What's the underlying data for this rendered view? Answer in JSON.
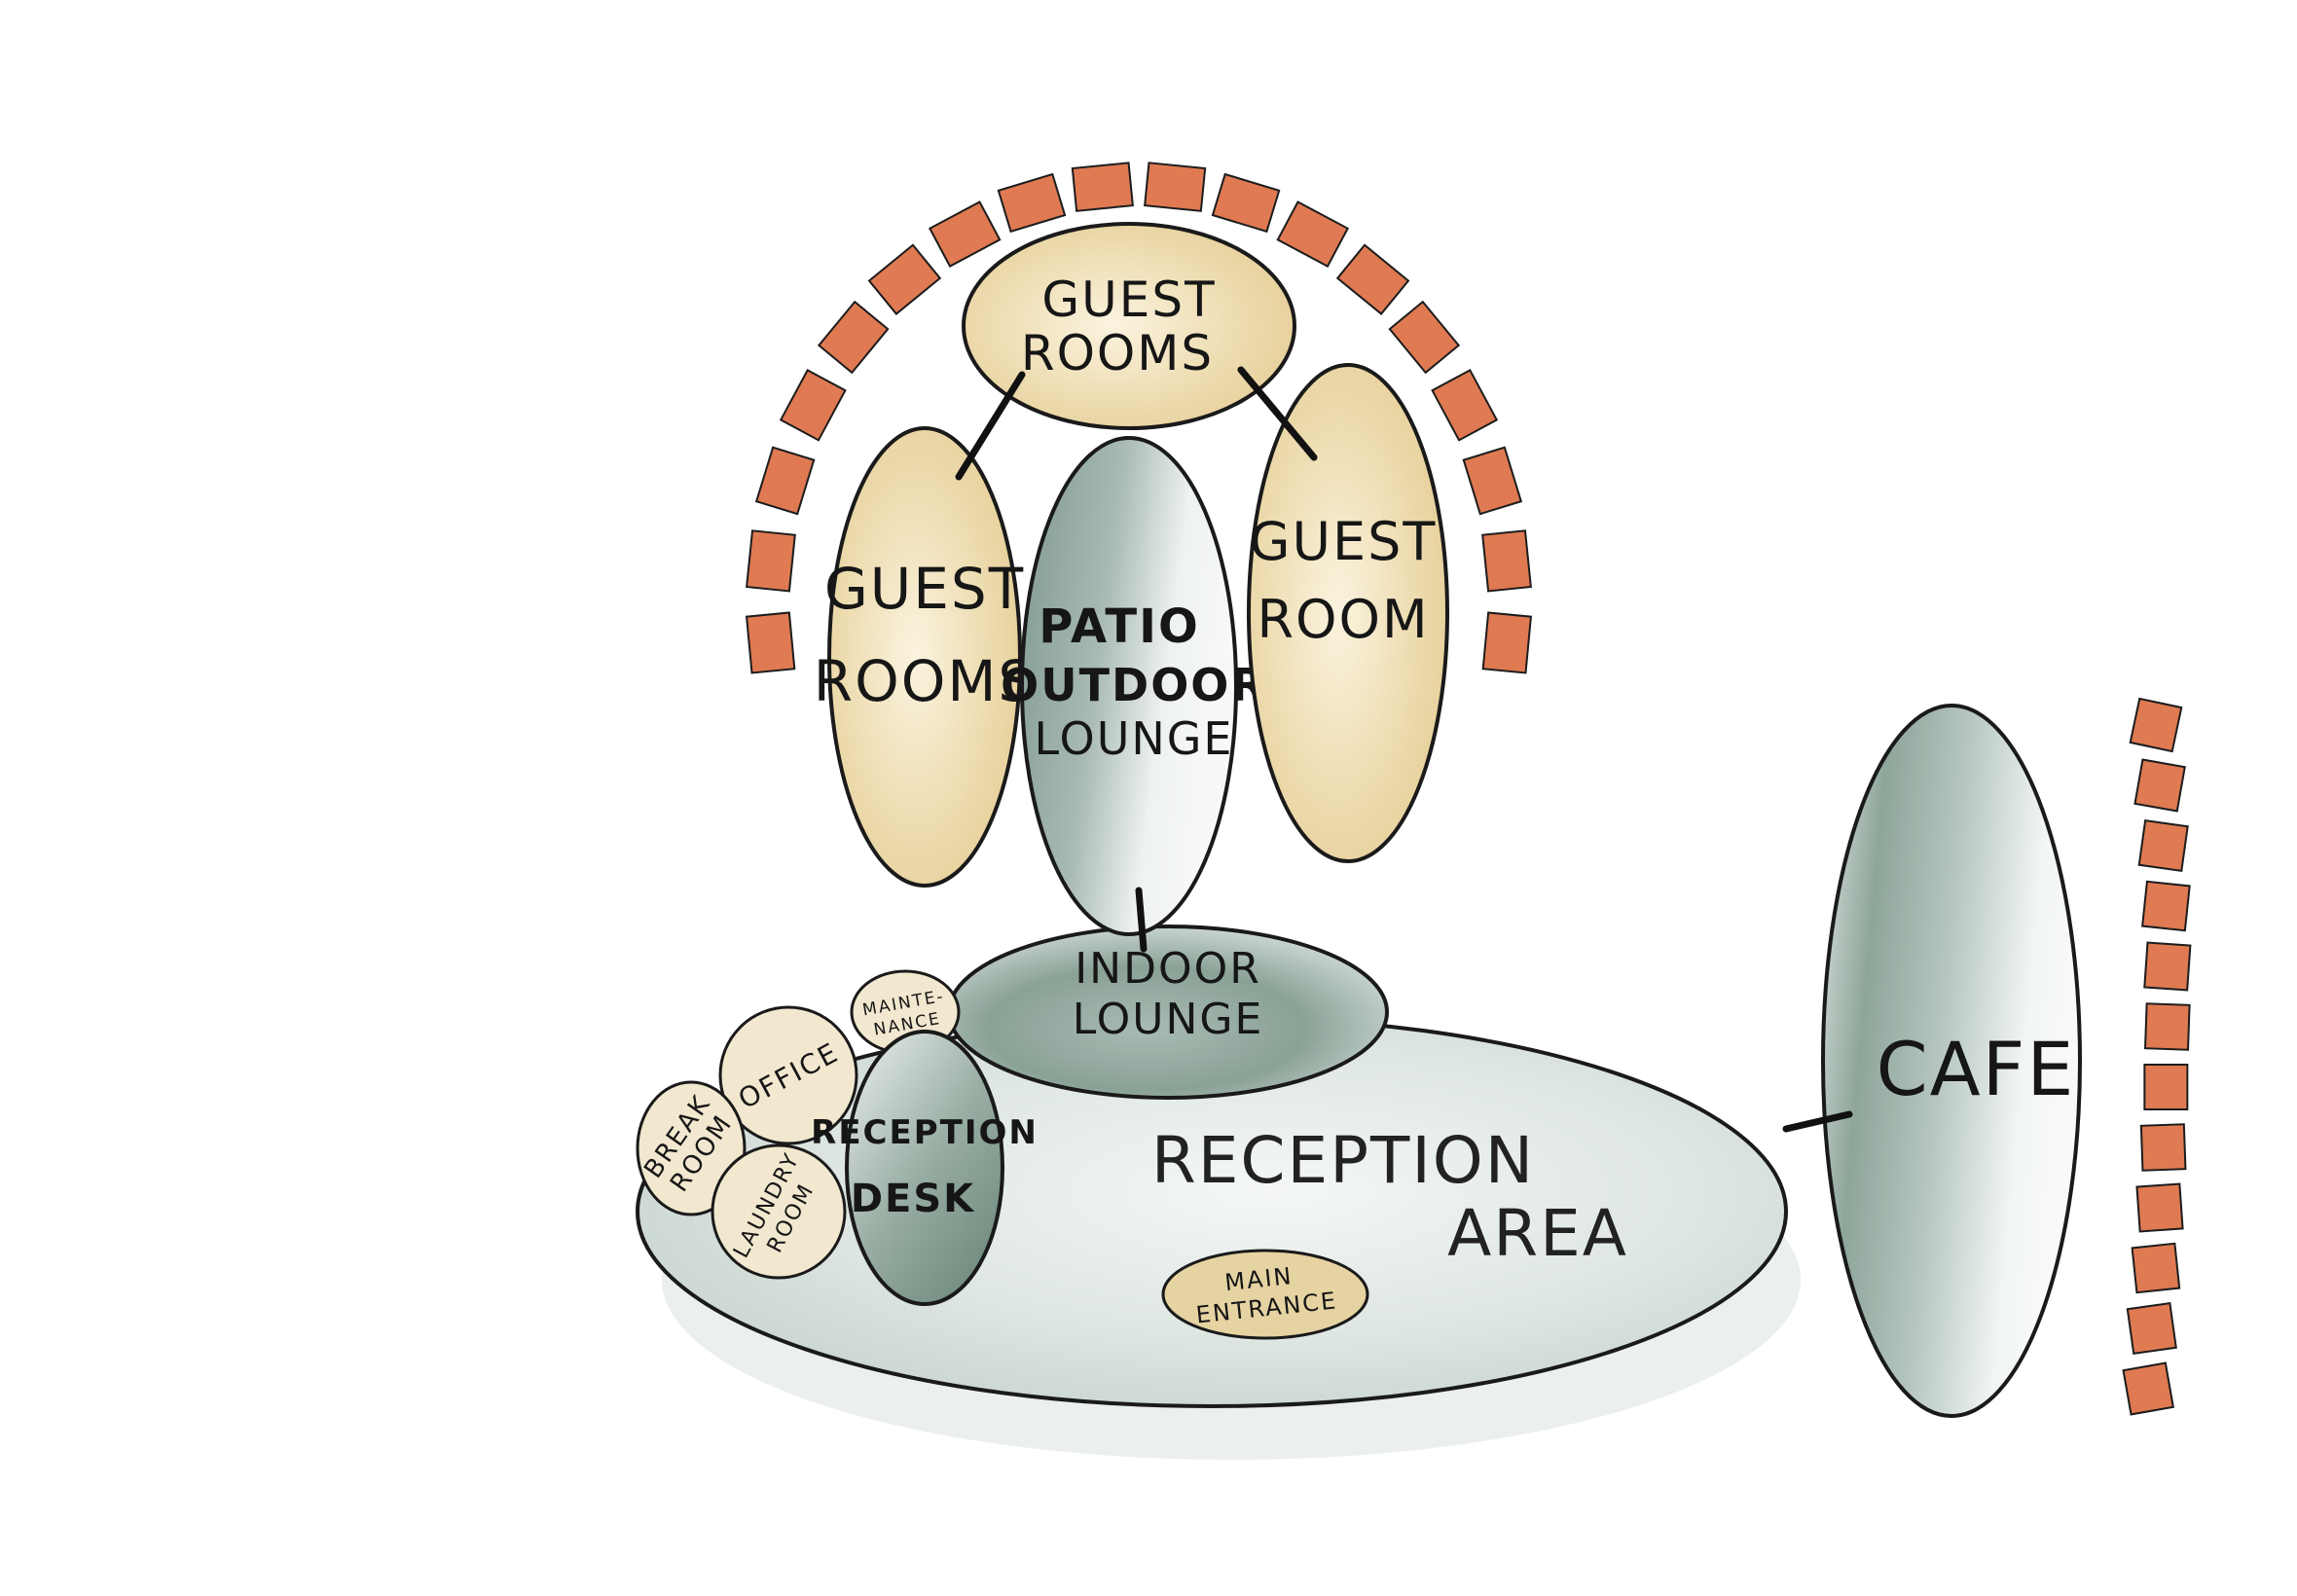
{
  "colors": {
    "guest_fill": "#ecd9ab",
    "lounge_fill": "#bccbc4",
    "reception_fill": "#dfe6e3",
    "brick": "#df7a52",
    "ink": "#161616"
  },
  "labels": {
    "guest_rooms_top": [
      "GUEST",
      "ROOMS"
    ],
    "guest_rooms_left": [
      "GUEST",
      "ROOMS"
    ],
    "guest_room_right": [
      "GUEST",
      "ROOM"
    ],
    "patio": [
      "PATIO",
      "OUTDOOR",
      "LOUNGE"
    ],
    "indoor_lounge": [
      "INDOOR",
      "LOUNGE"
    ],
    "reception_area": [
      "RECEPTION",
      "AREA"
    ],
    "reception_desk": [
      "RECEPTION",
      "DESK"
    ],
    "office": "OFFICE",
    "maintenance": [
      "MAINTE-",
      "NANCE"
    ],
    "break_room": [
      "BREAK",
      "ROOM"
    ],
    "laundry_room": [
      "LAUNDRY",
      "ROOM"
    ],
    "main_entrance": [
      "MAIN",
      "ENTRANCE"
    ],
    "cafe": "CAFE"
  }
}
